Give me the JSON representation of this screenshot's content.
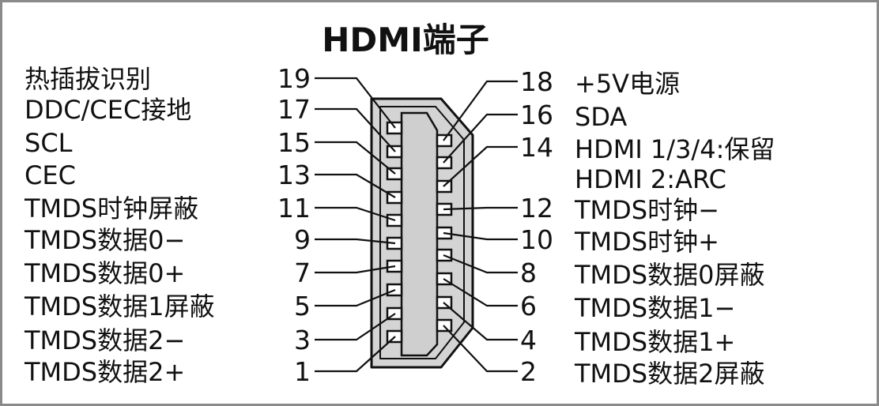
{
  "title": "HDMI端子",
  "left_pins": [
    {
      "num": "19",
      "label": "热插拔识别"
    },
    {
      "num": "17",
      "label": "DDC/CEC接地"
    },
    {
      "num": "15",
      "label": "SCL"
    },
    {
      "num": "13",
      "label": "CEC"
    },
    {
      "num": "11",
      "label": "TMDS时钟屏蔽"
    },
    {
      "num": "9",
      "label": "TMDS数据0−"
    },
    {
      "num": "7",
      "label": "TMDS数据0+"
    },
    {
      "num": "5",
      "label": "TMDS数据1屏蔽"
    },
    {
      "num": "3",
      "label": "TMDS数据2−"
    },
    {
      "num": "1",
      "label": "TMDS数据2+"
    }
  ],
  "right_pins": [
    {
      "num": "18",
      "label": "+5V电源"
    },
    {
      "num": "16",
      "label": "SDA"
    },
    {
      "num": "14",
      "label": "HDMI 1/3/4:保留",
      "label2": "HDMI 2:ARC"
    },
    {
      "num": "12",
      "label": "TMDS时钟−"
    },
    {
      "num": "10",
      "label": "TMDS时钟+"
    },
    {
      "num": "8",
      "label": "TMDS数据0屏蔽"
    },
    {
      "num": "6",
      "label": "TMDS数据1−"
    },
    {
      "num": "4",
      "label": "TMDS数据1+"
    },
    {
      "num": "2",
      "label": "TMDS数据2屏蔽"
    }
  ],
  "colors": {
    "shell": "#d4d4d4",
    "line": "#111111",
    "border": "#8a8a8a"
  }
}
